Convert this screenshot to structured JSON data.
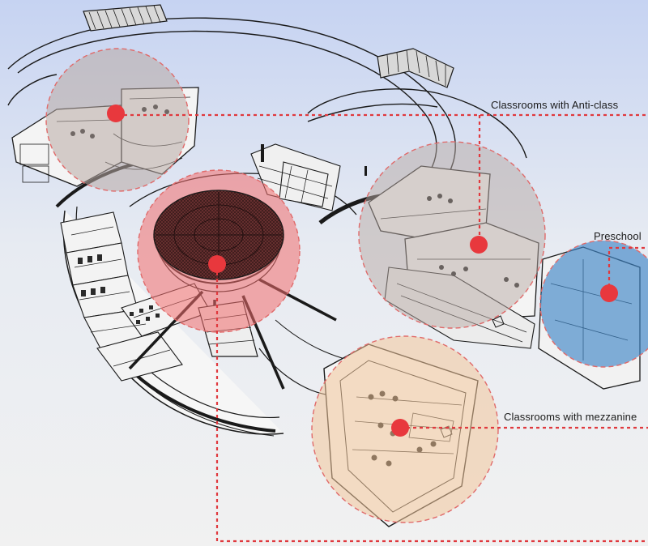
{
  "callouts": {
    "anti_class": "Classrooms with Anti-class",
    "preschool": "Preschool",
    "mezzanine": "Classrooms with mezzanine"
  },
  "colors": {
    "highlight_gray": "#b8aaa4",
    "highlight_red": "#f26d6d",
    "highlight_orange": "#f2c79a",
    "highlight_blue": "#3f86c6",
    "marker": "#e8383d",
    "leader_line": "#e0393e",
    "sky_top": "#c6d3f2",
    "line_art": "#1a1a1a"
  }
}
